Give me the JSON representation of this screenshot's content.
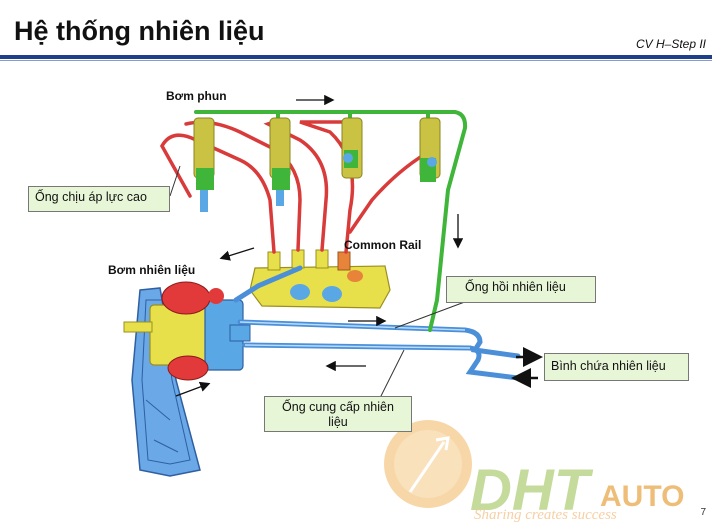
{
  "slide": {
    "title": "Hệ thống nhiên liệu",
    "subtitle": "CV H–Step II",
    "page_number": "7"
  },
  "labels": {
    "injectors": "Bơm phun",
    "common_rail": "Common Rail",
    "fuel_pump": "Bơm nhiên liệu",
    "high_pressure_pipe": "Ống chịu áp lực cao",
    "return_pipe": "Ống hồi nhiên liệu",
    "fuel_tank": "Bình chứa nhiên liệu",
    "supply_pipe": "Ống cung cấp nhiên liệu"
  },
  "colors": {
    "title_bar": "#1e3f8a",
    "high_pressure": "#d93a3a",
    "return_line": "#3fb53a",
    "supply_line": "#4a8fd8",
    "pump_blue": "#5aa7e6",
    "pump_red": "#e23a3a",
    "pump_yellow": "#e8e04a",
    "injector_yellow": "#c9c243",
    "label_box": "#e8f6d8"
  },
  "watermark": {
    "brand_lettering": "DHT AUTO",
    "tagline": "Sharing creates success"
  }
}
